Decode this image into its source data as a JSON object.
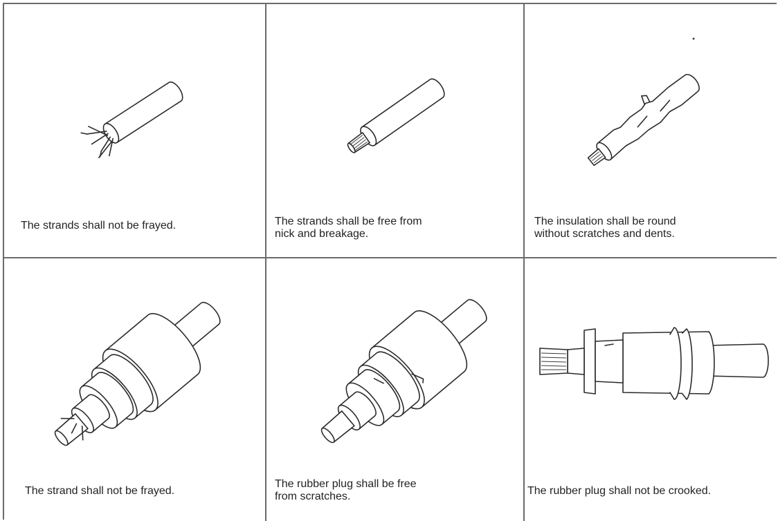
{
  "panels": [
    {
      "caption": "The strands shall not be frayed."
    },
    {
      "caption": "The strands shall be free from\n nick and breakage."
    },
    {
      "caption": "The insulation shall be round\nwithout scratches and dents."
    },
    {
      "caption": "The strand shall not be frayed."
    },
    {
      "caption": "The rubber plug shall be free\nfrom scratches."
    },
    {
      "caption": "The rubber plug shall not be crooked."
    }
  ]
}
